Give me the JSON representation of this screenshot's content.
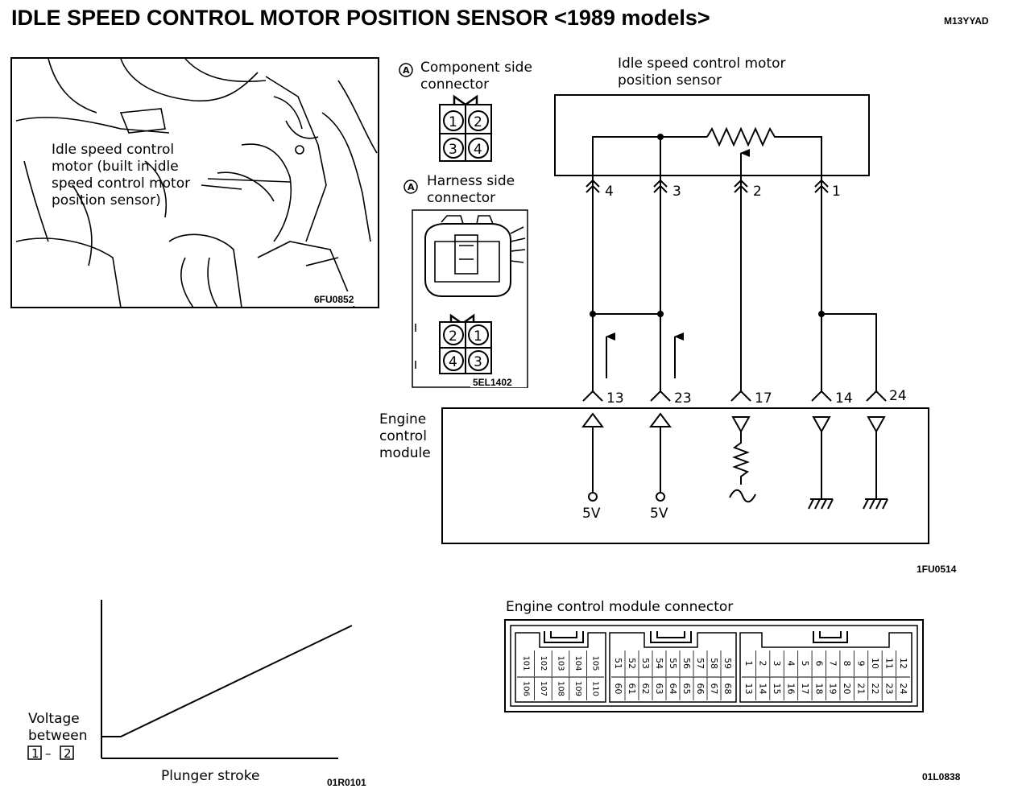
{
  "header": {
    "title": "IDLE SPEED CONTROL MOTOR POSITION SENSOR <1989 models>",
    "code": "M13YYAD"
  },
  "photo": {
    "label_lines": [
      "Idle speed control",
      "motor (built in idle",
      "speed control motor",
      "position sensor)"
    ],
    "figure_code": "6FU0852"
  },
  "component_connector": {
    "marker": "A",
    "label_lines": [
      "Component side",
      "connector"
    ],
    "pins": [
      "1",
      "2",
      "3",
      "4"
    ]
  },
  "harness_connector": {
    "marker": "A",
    "label_lines": [
      "Harness side",
      "connector"
    ],
    "pins": [
      "2",
      "1",
      "4",
      "3"
    ],
    "figure_code": "5EL1402"
  },
  "circuit": {
    "sensor_label_lines": [
      "Idle speed control motor",
      "position sensor"
    ],
    "sensor_terminals": [
      "4",
      "3",
      "2",
      "1"
    ],
    "ecm_terminals": [
      "13",
      "23",
      "17",
      "14",
      "24"
    ],
    "ecm_label_lines": [
      "Engine",
      "control",
      "module"
    ],
    "supply_labels": [
      "5V",
      "5V"
    ],
    "figure_code": "1FU0514"
  },
  "graph": {
    "ylabel_lines": [
      "Voltage",
      "between"
    ],
    "terminal_a": "1",
    "dash": "–",
    "terminal_b": "2",
    "xlabel": "Plunger stroke",
    "figure_code": "01R0101"
  },
  "ecm_connector": {
    "title": "Engine control module connector",
    "groups": [
      {
        "top": [
          "101",
          "102",
          "103",
          "104",
          "105"
        ],
        "bottom": [
          "106",
          "107",
          "108",
          "109",
          "110"
        ]
      },
      {
        "top": [
          "51",
          "52",
          "53",
          "54",
          "55",
          "56",
          "57",
          "58",
          "59"
        ],
        "bottom": [
          "60",
          "61",
          "62",
          "63",
          "64",
          "65",
          "66",
          "67",
          "68"
        ]
      },
      {
        "top": [
          "1",
          "2",
          "3",
          "4",
          "5",
          "6",
          "7",
          "8",
          "9",
          "10",
          "11",
          "12"
        ],
        "bottom": [
          "13",
          "14",
          "15",
          "16",
          "17",
          "18",
          "19",
          "20",
          "21",
          "22",
          "23",
          "24"
        ]
      }
    ],
    "figure_code": "01L0838"
  }
}
